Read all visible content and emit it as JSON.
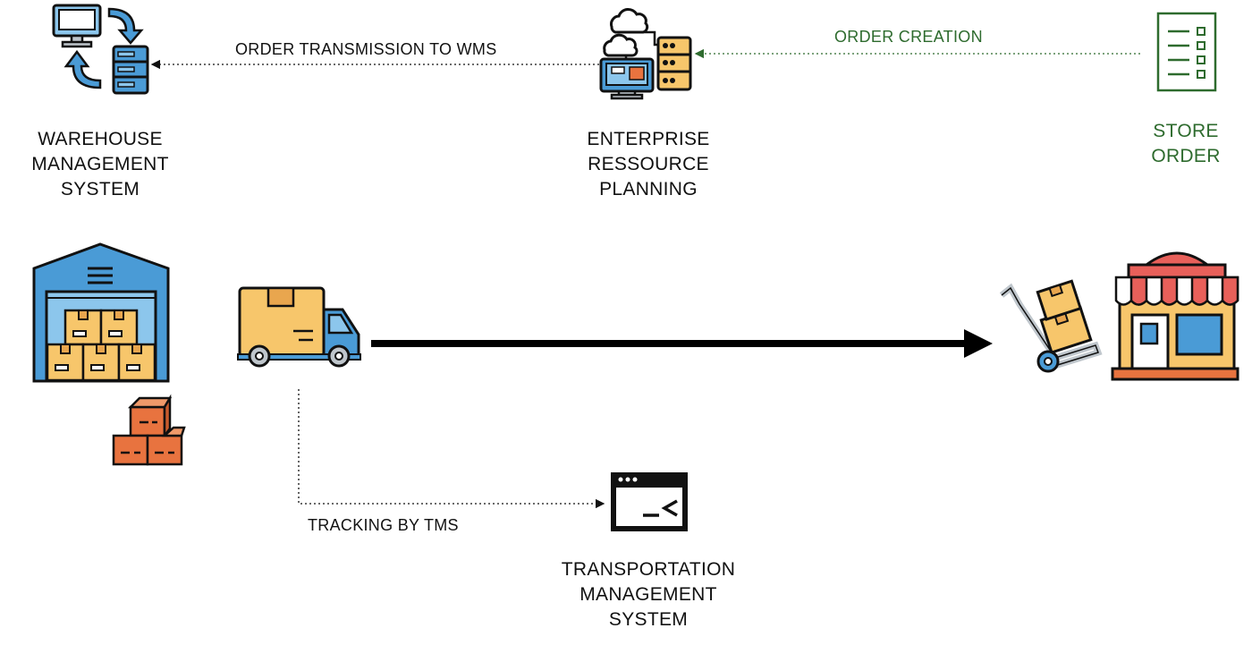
{
  "colors": {
    "ink": "#111111",
    "green": "#2e6b2e",
    "blue": "#4a9bd6",
    "light_blue": "#8cc6ec",
    "box": "#f7c66b",
    "box_dark": "#e9a64e",
    "orange": "#e8733f",
    "red": "#e8605a",
    "gray": "#bfc6cc"
  },
  "nodes": {
    "wms": {
      "label": "WAREHOUSE\nMANAGEMENT\nSYSTEM",
      "icon": "computer-server-sync-icon"
    },
    "erp": {
      "label": "ENTERPRISE\nRESSOURCE\nPLANNING",
      "icon": "cloud-server-icon"
    },
    "store_order": {
      "label": "STORE\nORDER",
      "icon": "checklist-icon"
    },
    "tms": {
      "label": "TRANSPORTATION\nMANAGEMENT\nSYSTEM",
      "icon": "terminal-window-icon"
    },
    "warehouse": {
      "icon": "warehouse-icon"
    },
    "boxes": {
      "icon": "stacked-boxes-icon"
    },
    "truck": {
      "icon": "delivery-truck-icon"
    },
    "hand_truck": {
      "icon": "hand-truck-icon"
    },
    "store": {
      "icon": "store-icon"
    }
  },
  "flows": {
    "order_creation": "ORDER CREATION",
    "order_transmission": "ORDER TRANSMISSION TO WMS",
    "tracking": "TRACKING BY TMS"
  }
}
